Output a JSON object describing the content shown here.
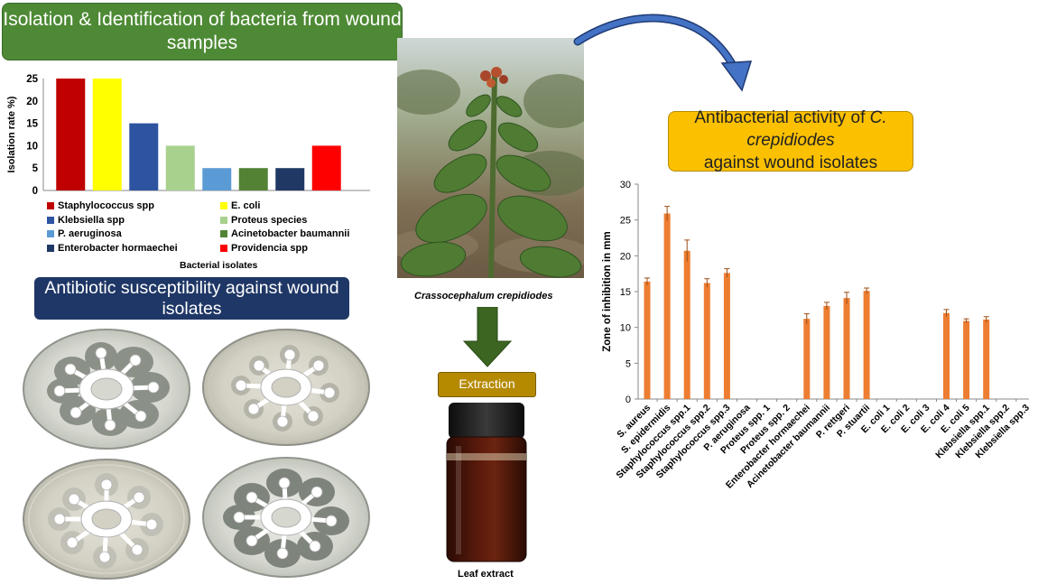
{
  "banners": {
    "isolation": "Isolation & Identification of bacteria from wound samples",
    "antibiotic": "Antibiotic susceptibility against wound isolates",
    "antibacterial_prefix": "Antibacterial activity of ",
    "antibacterial_species": "C. crepidiodes",
    "antibacterial_suffix": "against wound isolates",
    "extraction": "Extraction"
  },
  "captions": {
    "plant": "Crassocephalum crepidiodes",
    "extract": "Leaf extract"
  },
  "chart_data": [
    {
      "type": "bar",
      "ylabel": "Isolation rate %)",
      "xlabel": "Bacterial isolates",
      "ylim": [
        0,
        25
      ],
      "yticks": [
        0,
        5,
        10,
        15,
        20,
        25
      ],
      "legend_position": "bottom",
      "series": [
        {
          "name": "Staphylococcus spp",
          "value": 25,
          "color": "#c00000"
        },
        {
          "name": "E. coli",
          "value": 25,
          "color": "#ffff00"
        },
        {
          "name": "Klebsiella spp",
          "value": 15,
          "color": "#2e54a1"
        },
        {
          "name": "Proteus species",
          "value": 10,
          "color": "#a9d18e"
        },
        {
          "name": "P. aeruginosa",
          "value": 5,
          "color": "#5b9bd5"
        },
        {
          "name": "Acinetobacter baumannii",
          "value": 5,
          "color": "#548235"
        },
        {
          "name": "Enterobacter hormaechei",
          "value": 5,
          "color": "#203864"
        },
        {
          "name": "Providencia spp",
          "value": 10,
          "color": "#ff0000"
        }
      ]
    },
    {
      "type": "bar",
      "ylabel": "Zone of inhibition in mm",
      "xlabel": "",
      "ylim": [
        0,
        30
      ],
      "yticks": [
        0,
        5,
        10,
        15,
        20,
        25,
        30
      ],
      "bar_color": "#ed7d31",
      "error_bars": true,
      "grid": false,
      "categories": [
        "S. aureus",
        "S. epidermidis",
        "Staphylococcus spp.1",
        "Staphylococcus spp.2",
        "Staphylococcus spp.3",
        "P. aeruginosa",
        "Proteus spp. 1",
        "Proteus spp. 2",
        "Enterobacter hormaechei",
        "Acinetobacter baumannii",
        "P. rettgeri",
        "P. stuartii",
        "E. coli 1",
        "E. coli 2",
        "E. coli 3",
        "E. coli 4",
        "E. coli 5",
        "Klebsiella spp.1",
        "Klebsiella spp.2",
        "Klebsiella spp.3"
      ],
      "values": [
        16.4,
        25.9,
        20.7,
        16.2,
        17.6,
        0,
        0,
        0,
        11.2,
        13.0,
        14.1,
        15.1,
        0,
        0,
        0,
        12.0,
        10.9,
        11.1,
        0,
        0
      ],
      "errors": [
        0.5,
        1.0,
        1.5,
        0.6,
        0.6,
        0,
        0,
        0,
        0.7,
        0.5,
        0.8,
        0.4,
        0,
        0,
        0,
        0.5,
        0.3,
        0.4,
        0,
        0
      ]
    }
  ],
  "icons": {
    "plate_1": "antibiotic-disc-plate-icon",
    "plate_2": "antibiotic-disc-plate-icon",
    "plate_3": "antibiotic-disc-plate-icon",
    "plate_4": "antibiotic-disc-plate-icon",
    "plant": "plant-photo-icon",
    "vial": "extract-vial-icon"
  }
}
